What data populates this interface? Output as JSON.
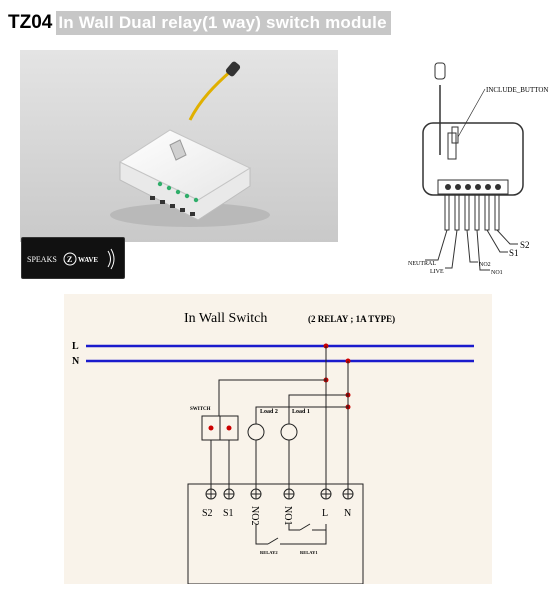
{
  "header": {
    "model": "TZ04",
    "title": "In Wall Dual relay(1 way) switch module"
  },
  "logo": {
    "speaks": "SPEAKS",
    "brand": "WAVE"
  },
  "side_diagram": {
    "include_button": "INCLUDE_BUTTON",
    "neutral": "NEUTRAL",
    "live": "LIVE",
    "no2": "NO2",
    "no1": "NO1",
    "s1": "S1",
    "s2": "S2"
  },
  "schematic": {
    "title": "In Wall Switch",
    "subtitle": "(2 RELAY ; 1A TYPE)",
    "line_l": "L",
    "line_n": "N",
    "switch_label": "SWITCH",
    "load2": "Load 2",
    "load1": "Load 1",
    "term_s2": "S2",
    "term_s1": "S1",
    "term_no2": "NO2",
    "term_no1": "NO1",
    "term_l": "L",
    "term_n": "N",
    "relay2": "RELAY2",
    "relay1": "RELAY1"
  }
}
